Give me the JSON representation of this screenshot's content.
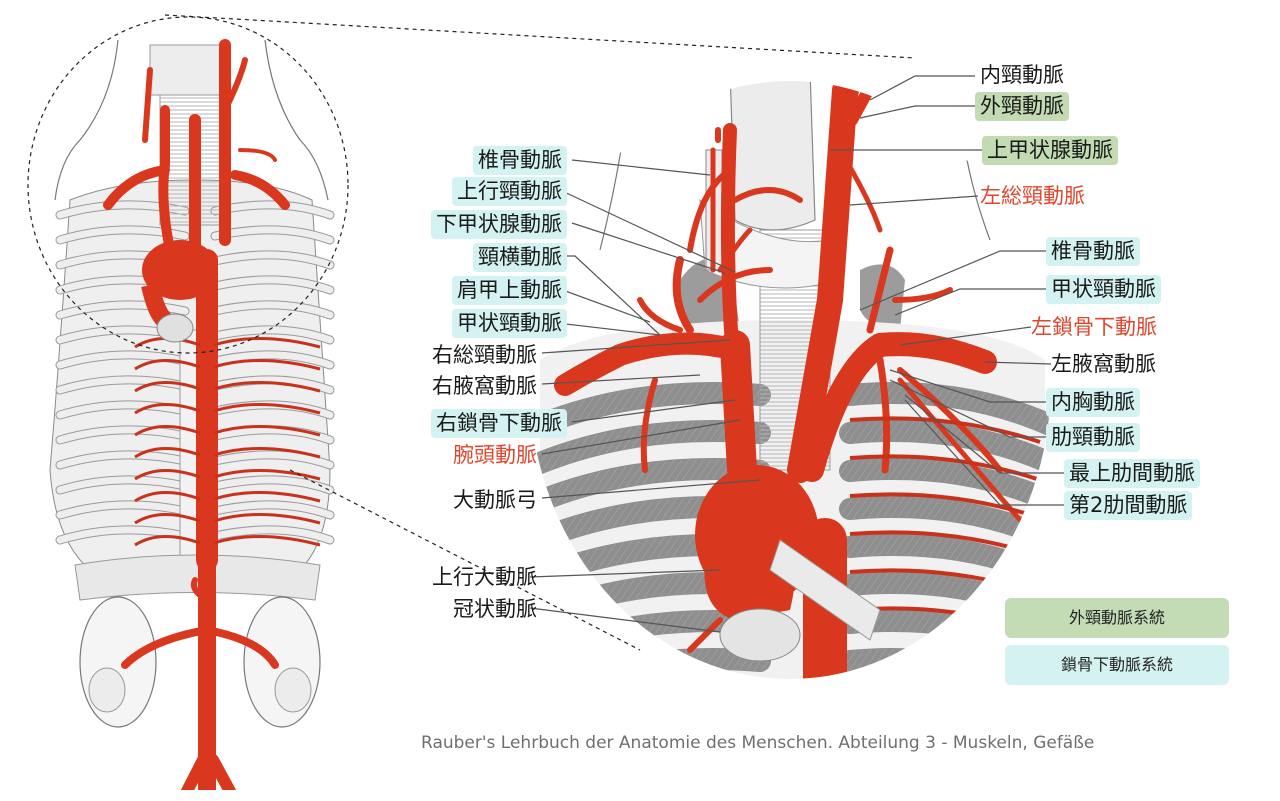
{
  "labels_left": [
    {
      "id": "vertebral-r",
      "text": "椎骨動脈",
      "style": "cyan"
    },
    {
      "id": "ascending-cervical",
      "text": "上行頸動脈",
      "style": "cyan"
    },
    {
      "id": "inferior-thyroid",
      "text": "下甲状腺動脈",
      "style": "cyan"
    },
    {
      "id": "transverse-cervical",
      "text": "頸横動脈",
      "style": "cyan"
    },
    {
      "id": "suprascapular",
      "text": "肩甲上動脈",
      "style": "cyan"
    },
    {
      "id": "thyrocervical-r",
      "text": "甲状頸動脈",
      "style": "cyan"
    },
    {
      "id": "right-common-carotid",
      "text": "右総頸動脈",
      "style": "plain"
    },
    {
      "id": "right-axillary",
      "text": "右腋窩動脈",
      "style": "plain"
    },
    {
      "id": "right-subclavian",
      "text": "右鎖骨下動脈",
      "style": "cyan"
    },
    {
      "id": "brachiocephalic",
      "text": "腕頭動脈",
      "style": "red"
    },
    {
      "id": "aortic-arch",
      "text": "大動脈弓",
      "style": "plain"
    },
    {
      "id": "ascending-aorta",
      "text": "上行大動脈",
      "style": "plain"
    },
    {
      "id": "coronary",
      "text": "冠状動脈",
      "style": "plain"
    }
  ],
  "labels_right": [
    {
      "id": "internal-carotid",
      "text": "内頸動脈",
      "style": "plain"
    },
    {
      "id": "external-carotid",
      "text": "外頸動脈",
      "style": "green"
    },
    {
      "id": "superior-thyroid",
      "text": "上甲状腺動脈",
      "style": "green"
    },
    {
      "id": "left-common-carotid",
      "text": "左総頸動脈",
      "style": "red"
    },
    {
      "id": "vertebral-l",
      "text": "椎骨動脈",
      "style": "cyan"
    },
    {
      "id": "thyrocervical-l",
      "text": "甲状頸動脈",
      "style": "cyan"
    },
    {
      "id": "left-subclavian",
      "text": "左鎖骨下動脈",
      "style": "red"
    },
    {
      "id": "left-axillary",
      "text": "左腋窩動脈",
      "style": "plain"
    },
    {
      "id": "internal-thoracic",
      "text": "内胸動脈",
      "style": "cyan"
    },
    {
      "id": "costocervical",
      "text": "肋頸動脈",
      "style": "cyan"
    },
    {
      "id": "supreme-intercostal",
      "text": "最上肋間動脈",
      "style": "cyan"
    },
    {
      "id": "second-intercostal",
      "text": "第2肋間動脈",
      "style": "cyan"
    }
  ],
  "legend": [
    {
      "id": "external-carotid-system",
      "text": "外頸動脈系統",
      "color": "#c3dcb5"
    },
    {
      "id": "subclavian-system",
      "text": "鎖骨下動脈系統",
      "color": "#d4f2f1"
    }
  ],
  "credit": "Rauber's Lehrbuch der Anatomie des Menschen. Abteilung 3 - Muskeln, Gefäße",
  "colors": {
    "artery": "#d9381e",
    "artery_dark": "#b52a15",
    "bone": "#e6e6e6",
    "bone_line": "#9a9a9a",
    "text_red": "#e2452b",
    "cyan": "#d4f2f1",
    "green": "#c2dbb2"
  }
}
